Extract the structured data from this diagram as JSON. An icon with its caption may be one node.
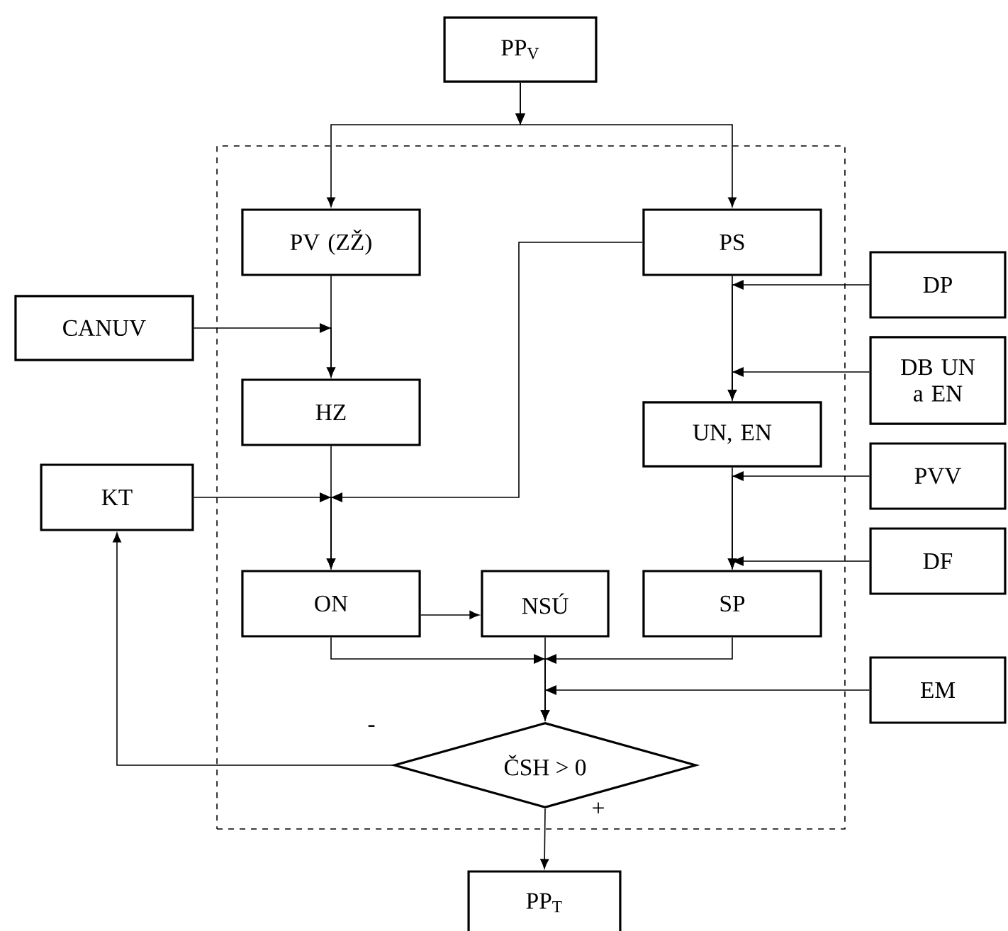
{
  "diagram": {
    "nodes": [
      {
        "text": [
          "PP$_{V}$"
        ]
      },
      {
        "text": [],
        "shape": "box"
      },
      {
        "text": [
          "PV (ZŽ)"
        ],
        "in": 1
      },
      {
        "text": [
          "PS"
        ],
        "in": 1
      },
      {
        "text": [
          "CANUV"
        ]
      },
      {
        "text": [
          "DP"
        ]
      },
      {
        "text": [
          "HZ"
        ],
        "in": 1
      },
      {
        "text": [
          "DB UN a EN"
        ]
      },
      {
        "text": [
          "UN, EN"
        ],
        "in": 1
      },
      {
        "text": [
          "KT"
        ]
      },
      {
        "text": [
          "PVV"
        ]
      },
      {
        "text": [
          "ON"
        ],
        "in": 1
      },
      {
        "text": [
          "NSÚ"
        ],
        "in": 1
      },
      {
        "text": [
          "SP"
        ],
        "in": 1
      },
      {
        "text": [
          "DF"
        ]
      },
      {
        "text": [
          "EM"
        ]
      },
      {
        "text": [
          "ČSH > 0"
        ],
        "in": 1
      },
      {
        "text": [
          "PP$_{T}$"
        ]
      }
    ],
    "edges": [
      {
        "from": 0,
        "to": 2,
        "arrow": "to"
      },
      {
        "from": 0,
        "to": 3,
        "arrow": "to"
      },
      {
        "from": 2,
        "to": 6,
        "arrow": "to"
      },
      {
        "from": 4,
        "to": 6,
        "arrow": "to"
      },
      {
        "from": 6,
        "to": 11,
        "arrow": "to"
      },
      {
        "from": 9,
        "to": 11,
        "arrow": "to"
      },
      {
        "from": 3,
        "to": 11,
        "arrow": "to"
      },
      {
        "from": 3,
        "to": 8,
        "arrow": "to"
      },
      {
        "from": 5,
        "to": 8,
        "arrow": "to"
      },
      {
        "from": 7,
        "to": 8,
        "arrow": "to"
      },
      {
        "from": 8,
        "to": 13,
        "arrow": "to"
      },
      {
        "from": 10,
        "to": 13,
        "arrow": "to"
      },
      {
        "from": 14,
        "to": 13,
        "arrow": "to"
      },
      {
        "from": 11,
        "to": 12,
        "arrow": "to"
      },
      {
        "from": 11,
        "to": 16,
        "arrow": "to"
      },
      {
        "from": 12,
        "to": 16,
        "arrow": "to"
      },
      {
        "from": 13,
        "to": 16,
        "arrow": "to"
      },
      {
        "from": 15,
        "to": 16,
        "arrow": "to"
      },
      {
        "from": 16,
        "to": 9,
        "arrow": "to",
        "label": "-"
      },
      {
        "from": 16,
        "to": 17,
        "arrow": "to",
        "label": "+"
      }
    ]
  }
}
